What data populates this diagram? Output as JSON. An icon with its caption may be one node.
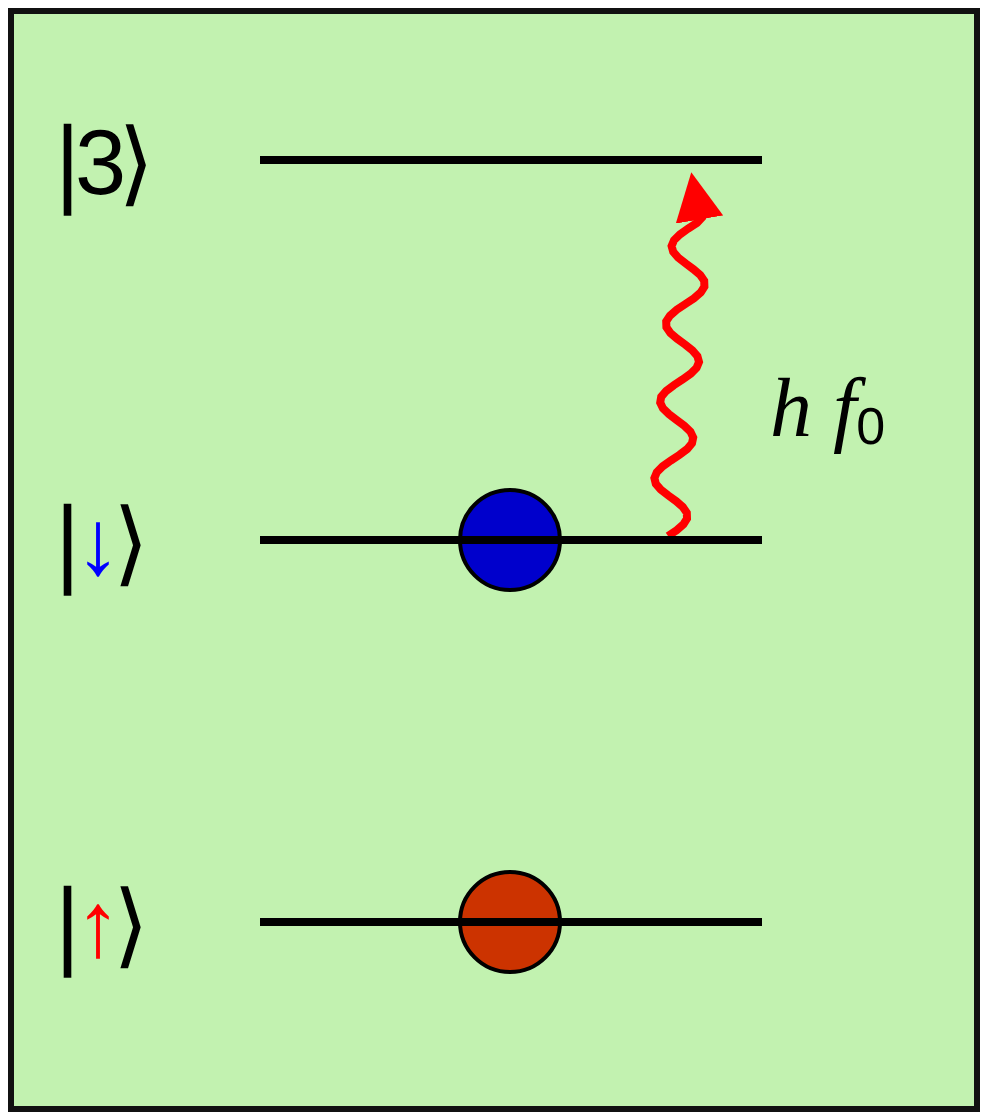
{
  "diagram": {
    "nodes": [
      {
        "text": [],
        "shape": "bar",
        "beside": [
          "|3⟩"
        ]
      },
      {
        "text": [],
        "shape": "bar",
        "beside": [
          "|↓⟩"
        ]
      },
      {
        "text": [],
        "shape": "bar",
        "beside": [
          "|↑⟩"
        ]
      }
    ],
    "edges": [
      {
        "from": 1,
        "to": 0,
        "arrow": "to",
        "label": "h f$_{0}$",
        "color": "#ff0000"
      }
    ]
  }
}
